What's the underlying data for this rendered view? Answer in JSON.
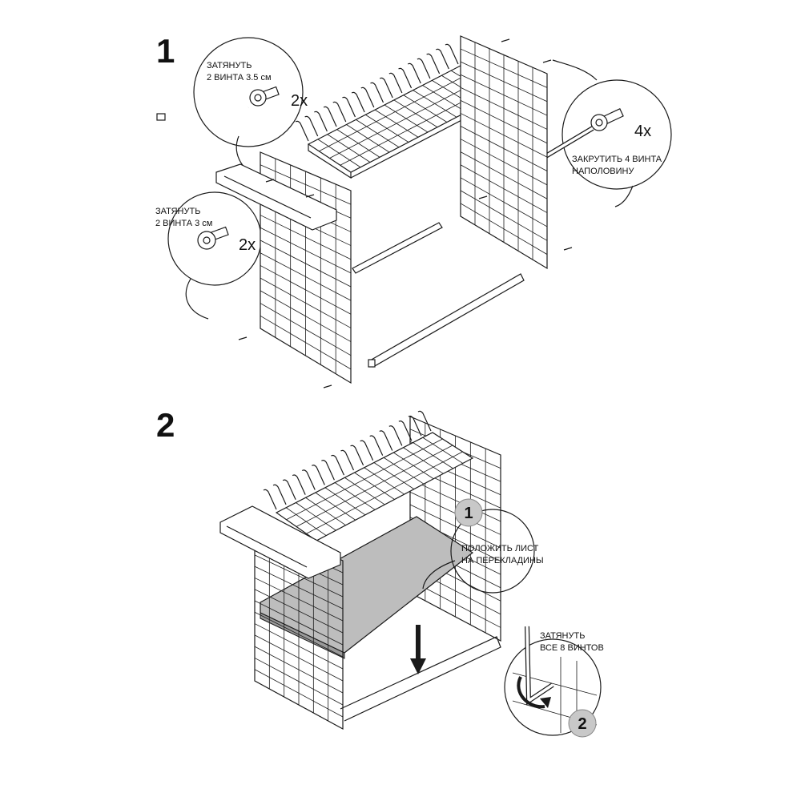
{
  "steps": [
    {
      "number": "1",
      "callouts": [
        {
          "line1": "ЗАТЯНУТЬ",
          "line2": "2 ВИНТА  3.5 см",
          "multiplier": "2x"
        },
        {
          "line1": "ЗАТЯНУТЬ",
          "line2": "2 ВИНТА   3 см",
          "multiplier": "2x"
        },
        {
          "line1": "ЗАКРУТИТЬ 4 ВИНТА",
          "line2": "НАПОЛОВИНУ",
          "multiplier": "4x"
        }
      ]
    },
    {
      "number": "2",
      "callouts": [
        {
          "badge": "1",
          "line1": "ПОЛОЖИТЬ ЛИСТ",
          "line2": "НА ПЕРЕКЛАДИНЫ"
        },
        {
          "badge": "2",
          "line1": "ЗАТЯНУТЬ",
          "line2": "ВСЕ 8 ВИНТОВ"
        }
      ]
    }
  ],
  "colors": {
    "line": "#1a1a1a",
    "board": "#bdbdbd",
    "badge": "#c8c8c8"
  }
}
